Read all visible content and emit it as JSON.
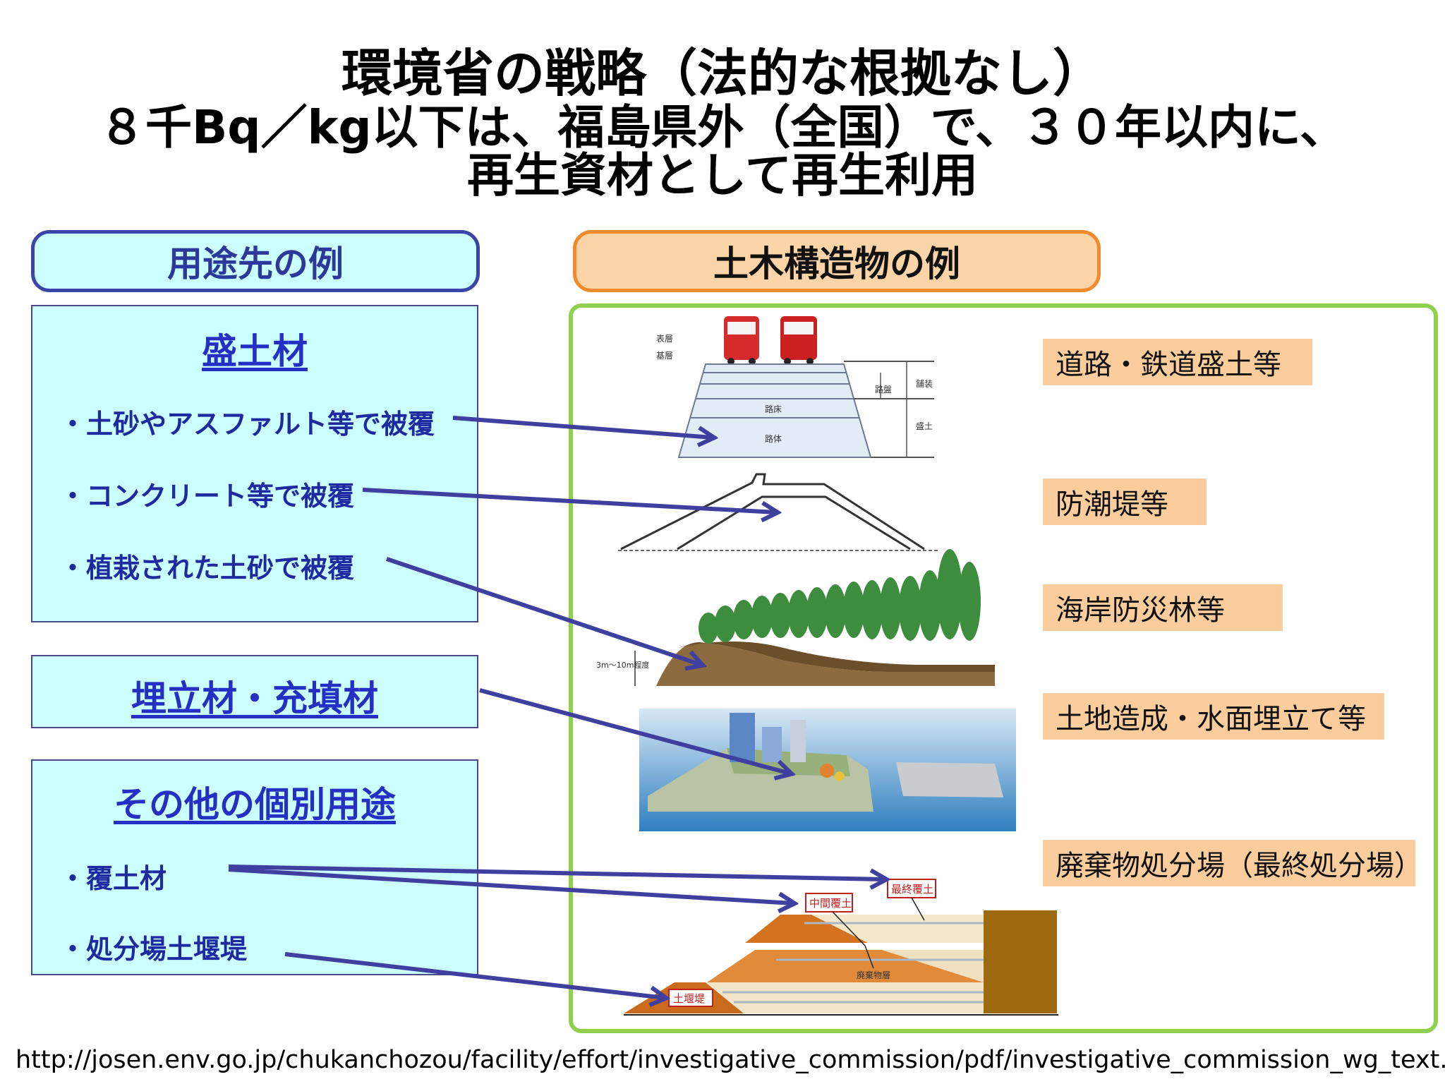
{
  "title": {
    "line1": "環境省の戦略（法的な根拠なし）",
    "line2": "８千Bq／kg以下は、福島県外（全国）で、３０年以内に、",
    "line3": "再生資材として再生利用"
  },
  "usage_header": "用途先の例",
  "structure_header": "土木構造物の例",
  "usage_groups": [
    {
      "title": "盛土材",
      "items": [
        "・土砂やアスファルト等で被覆",
        "・コンクリート等で被覆",
        "・植栽された土砂で被覆"
      ]
    },
    {
      "title": "埋立材・充填材",
      "items": []
    },
    {
      "title": "その他の個別用途",
      "items": [
        "・覆土材",
        "・処分場土堰堤"
      ]
    }
  ],
  "structure_labels": [
    "道路・鉄道盛土等",
    "防潮堤等",
    "海岸防災林等",
    "土地造成・水面埋立て等",
    "廃棄物処分場（最終処分場）"
  ],
  "road_diagram_labels": {
    "surface": "表層",
    "base": "基層",
    "pavement_label": "路盤",
    "pavement": "舗装",
    "subgrade_top": "路床",
    "subgrade_body": "路体",
    "embankment": "盛土"
  },
  "forest_diagram_label": "3m～10m程度",
  "landfill_diagram_labels": {
    "intermediate_cover": "中間覆土",
    "final_cover": "最終覆土",
    "waste_layer": "廃棄物層",
    "bank": "土堰堤"
  },
  "source_url": "http://josen.env.go.jp/chukanchozou/facility/effort/investigative_commission/pdf/investigative_commission_wg_text.pdf",
  "colors": {
    "arrow": "#3f3fa0",
    "usage_box_bg": "#ccffff",
    "structure_label_bg": "#fbcc9c",
    "frame_green": "#8fd14f",
    "header_orange": "#f08a2c"
  }
}
